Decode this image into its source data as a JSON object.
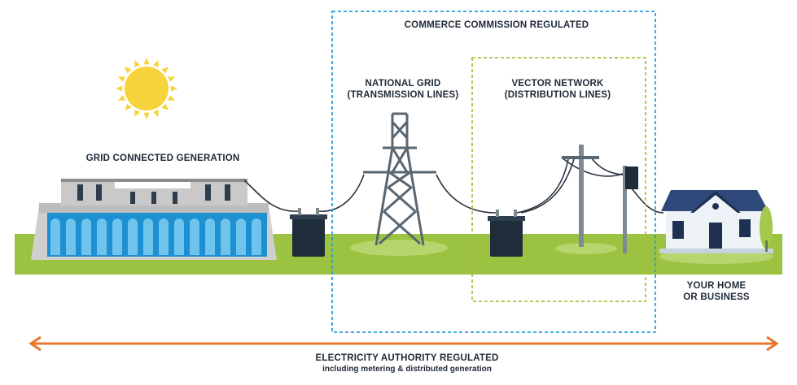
{
  "labels": {
    "generation": "GRID CONNECTED GENERATION",
    "commerce": "COMMERCE COMMISSION REGULATED",
    "national_grid": [
      "NATIONAL GRID",
      "(TRANSMISSION LINES)"
    ],
    "vector": [
      "VECTOR NETWORK",
      "(DISTRIBUTION LINES)"
    ],
    "home": [
      "YOUR HOME",
      "OR BUSINESS"
    ],
    "authority": "ELECTRICITY AUTHORITY REGULATED",
    "authority_sub": "including metering & distributed generation"
  },
  "colors": {
    "ground": "#9cc241",
    "commerce_border": "#2a9fd6",
    "vector_border": "#a9c23f",
    "arrow": "#e8772e",
    "sun": "#f7d33c",
    "text": "#1f2a36"
  }
}
